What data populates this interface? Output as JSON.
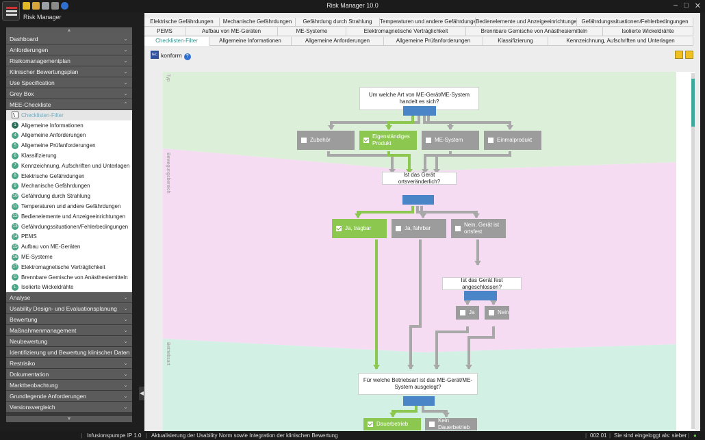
{
  "app": {
    "window_title": "Risk Manager   10.0",
    "app_label": "Risk Manager"
  },
  "colors": {
    "accent": "#3ea89a",
    "selected_option": "#8cc850",
    "option": "#9c9c9c",
    "handle": "#4a86c7",
    "zone_green": "#dcefd9",
    "zone_pink": "#f5dcf2",
    "zone_mint": "#d3f0e4"
  },
  "sidebar": {
    "sections_top": [
      {
        "label": "Dashboard"
      },
      {
        "label": "Anforderungen"
      },
      {
        "label": "Risikomanagementplan"
      },
      {
        "label": "Klinischer Bewertungsplan"
      },
      {
        "label": "Use Specification"
      },
      {
        "label": "Grey Box"
      }
    ],
    "open_section": {
      "label": "MEE-Checkliste"
    },
    "items": [
      {
        "num": "",
        "label": "Checklisten-Filter"
      },
      {
        "num": "1",
        "label": "Allgemeine Informationen"
      },
      {
        "num": "4",
        "label": "Allgemeine Anforderungen"
      },
      {
        "num": "5",
        "label": "Allgemeine Prüfanforderungen"
      },
      {
        "num": "6",
        "label": "Klassifizierung"
      },
      {
        "num": "7",
        "label": "Kennzeichnung, Aufschriften und Unterlagen"
      },
      {
        "num": "8",
        "label": "Elektrische Gefährdungen"
      },
      {
        "num": "9",
        "label": "Mechanische Gefährdungen"
      },
      {
        "num": "10",
        "label": "Gefährdung durch Strahlung"
      },
      {
        "num": "11",
        "label": "Temperaturen und andere Gefährdungen"
      },
      {
        "num": "12",
        "label": "Bedienelemente und Anzeigeeinrichtungen"
      },
      {
        "num": "13",
        "label": "Gefährdungssituationen/Fehlerbedingungen"
      },
      {
        "num": "14",
        "label": "PEMS"
      },
      {
        "num": "15",
        "label": "Aufbau von ME-Geräten"
      },
      {
        "num": "16",
        "label": "ME-Systeme"
      },
      {
        "num": "17",
        "label": "Elektromagnetische Verträglichkeit"
      },
      {
        "num": "G",
        "label": "Brennbare Gemische von Anästhesiemitteln"
      },
      {
        "num": "L",
        "label": "Isolierte Wickeldrähte"
      }
    ],
    "sections_bottom": [
      {
        "label": "Analyse"
      },
      {
        "label": "Usability Design- und Evaluationsplanung"
      },
      {
        "label": "Bewertung"
      },
      {
        "label": "Maßnahmenmanagement"
      },
      {
        "label": "Neubewertung"
      },
      {
        "label": "Identifizierung und Bewertung klinischer Daten"
      },
      {
        "label": "Restrisiko"
      },
      {
        "label": "Dokumentation"
      },
      {
        "label": "Marktbeobachtung"
      },
      {
        "label": "Grundlegende Anforderungen"
      },
      {
        "label": "Versionsvergleich"
      }
    ]
  },
  "tabs": {
    "row1": [
      "Elektrische Gefährdungen",
      "Mechanische Gefährdungen",
      "Gefährdung durch Strahlung",
      "Temperaturen und andere Gefährdungen",
      "Bedienelemente und Anzeigeeinrichtungen",
      "Gefährdungssituationen/Fehlerbedingungen"
    ],
    "row2": [
      "PEMS",
      "Aufbau von ME-Geräten",
      "ME-Systeme",
      "Elektromagnetische Verträglichkeit",
      "Brennbare Gemische von Anästhesiemitteln",
      "Isolierte Wickeldrähte"
    ],
    "row3": [
      "Checklisten-Filter",
      "Allgemeine Informationen",
      "Allgemeine Anforderungen",
      "Allgemeine Prüfanforderungen",
      "Klassifizierung",
      "Kennzeichnung, Aufschriften und Unterlagen"
    ],
    "active": "Checklisten-Filter"
  },
  "toolbar": {
    "iec_label": "IEC",
    "status": "konform",
    "help": "?"
  },
  "flowchart": {
    "zones": [
      "Typ",
      "Bewegungsbereich",
      "Betriebsart"
    ],
    "questions": [
      "Um welche Art von ME-Gerät/ME-System handelt es sich?",
      "Ist das Gerät ortsveränderlich?",
      "Ist das Gerät fest angeschlossen?",
      "Für welche Betriebsart ist das ME-Gerät/ME-System ausgelegt?"
    ],
    "options": [
      {
        "label": "Zubehör",
        "checked": false
      },
      {
        "label": "Eigenständiges Produkt",
        "checked": true
      },
      {
        "label": "ME-System",
        "checked": false
      },
      {
        "label": "Einmalprodukt",
        "checked": false
      },
      {
        "label": "Ja, tragbar",
        "checked": true
      },
      {
        "label": "Ja, fahrbar",
        "checked": false
      },
      {
        "label": "Nein, Gerät ist ortsfest",
        "checked": false
      },
      {
        "label": "Ja",
        "checked": false
      },
      {
        "label": "Nein",
        "checked": false
      },
      {
        "label": "Dauerbetrieb",
        "checked": true
      },
      {
        "label": "Kein Dauerbetrieb",
        "checked": false
      }
    ]
  },
  "statusbar": {
    "project": "Infusionspumpe IP 1.0",
    "message": "Aktualisierung der Usability Norm sowie Integration der klinischen Bewertung",
    "version": "002.01",
    "user": "Sie sind eingeloggt als: sieber"
  }
}
